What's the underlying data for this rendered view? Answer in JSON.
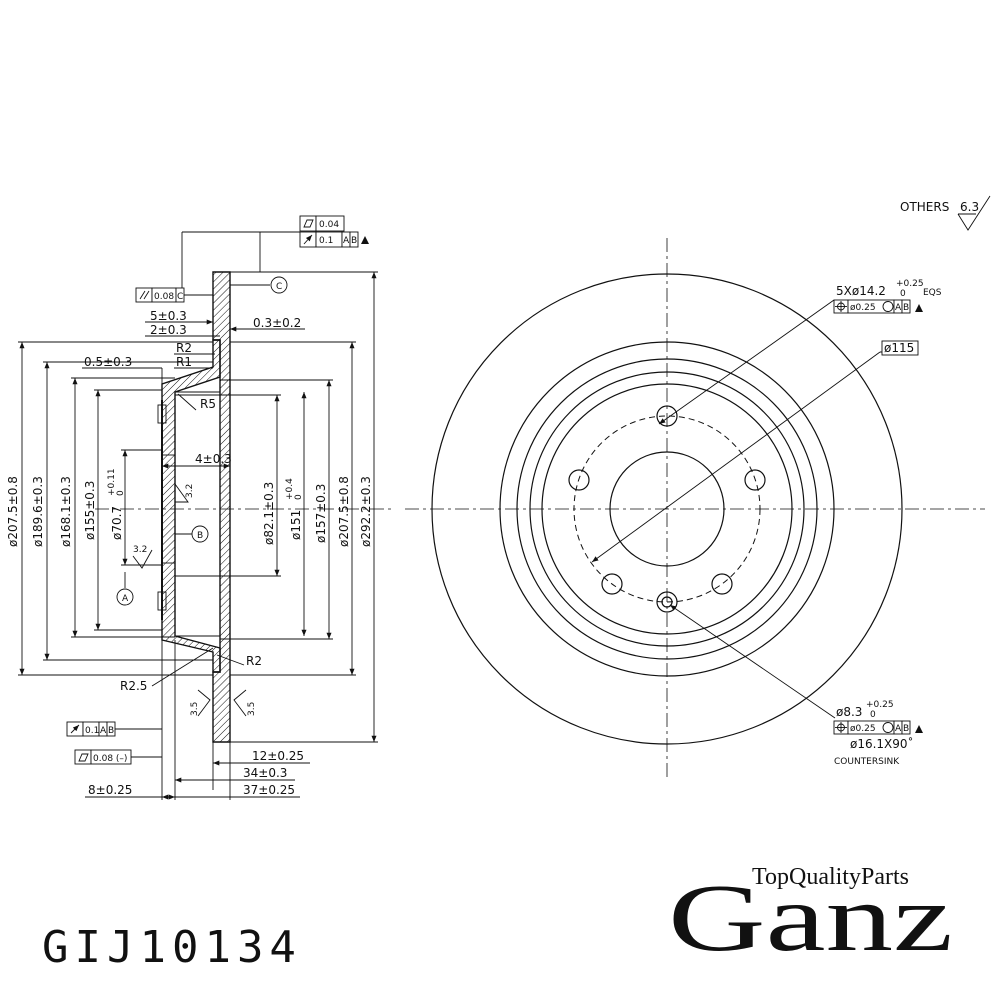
{
  "surface_note": {
    "label": "OTHERS",
    "value": "6.3"
  },
  "part_number": "GIJ10134",
  "brand": {
    "name": "Ganz",
    "tagline": "TopQualityParts"
  },
  "gdt": {
    "flatness_top": "0.04",
    "runout_top": "0.1",
    "runout_top_datums": [
      "A",
      "B"
    ],
    "parallel": "0.08",
    "parallel_datum": "C",
    "runout_bottom": "0.1",
    "runout_bottom_datums": [
      "A",
      "B"
    ],
    "flatness_bottom": "0.08 (–)",
    "holes_position": "ø0.25",
    "holes_position_datums": [
      "A",
      "B"
    ],
    "small_hole_position": "ø0.25",
    "small_hole_position_datums": [
      "A",
      "B"
    ]
  },
  "datums": {
    "a": "A",
    "b": "B",
    "c": "C"
  },
  "section_dims": {
    "d5": "5±0.3",
    "d2": "2±0.3",
    "d03": "0.3±0.2",
    "r2_top": "R2",
    "r1": "R1",
    "d05": "0.5±0.3",
    "r5": "R5",
    "d4": "4±0.3",
    "r2_bottom": "R2",
    "r25": "R2.5",
    "d12": "12±0.25",
    "d34": "34±0.3",
    "d37": "37±0.25",
    "d8": "8±0.25",
    "rough_32_a": "3.2",
    "rough_32_b": "3.2",
    "rough_35_a": "3.5",
    "rough_35_b": "3.5"
  },
  "diameters": {
    "d2075_left": "ø207.5±0.8",
    "d1896": "ø189.6±0.3",
    "d1681": "ø168.1±0.3",
    "d155": "ø155±0.3",
    "d707": "ø70.7",
    "d707_tol_up": "+0.11",
    "d707_tol_lo": "0",
    "d821": "ø82.1±0.3",
    "d151": "ø151",
    "d151_tol_up": "+0.4",
    "d151_tol_lo": "0",
    "d157": "ø157±0.3",
    "d2075_right": "ø207.5±0.8",
    "d2922": "ø292.2±0.3"
  },
  "front_view": {
    "holes": "5Xø14.2",
    "holes_tol_up": "+0.25",
    "holes_tol_lo": "0",
    "holes_note": "EQS",
    "pcd": "ø115",
    "small_hole": "ø8.3",
    "small_hole_tol_up": "+0.25",
    "small_hole_tol_lo": "0",
    "countersink_dim": "ø16.1X90˚",
    "countersink_label": "COUNTERSINK"
  }
}
